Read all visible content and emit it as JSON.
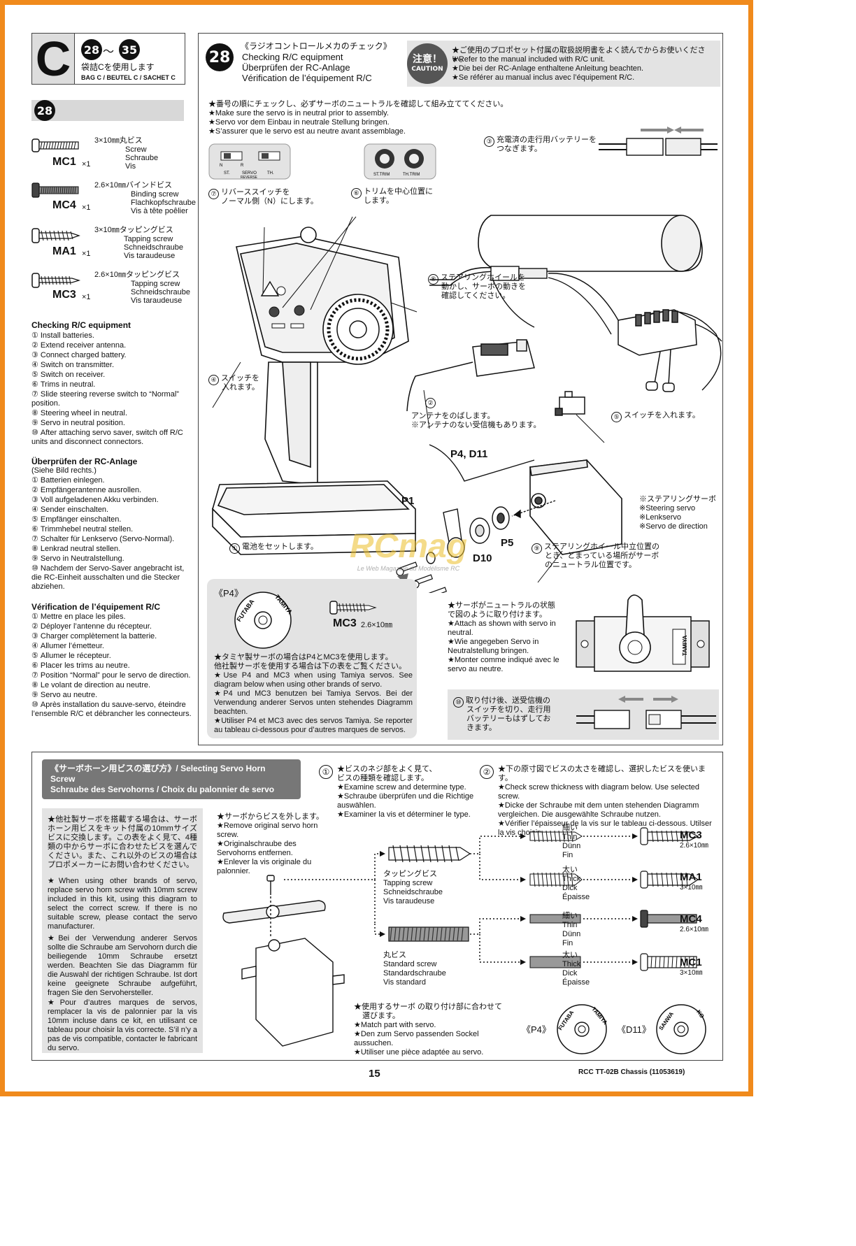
{
  "bag": {
    "letter": "C",
    "steps_from": "28",
    "tilde": "～",
    "steps_to": "35",
    "jp": "袋詰Cを使用します",
    "en": "BAG C / BEUTEL C / SACHET C"
  },
  "step_badge": "28",
  "parts": [
    {
      "size_jp": "3×10㎜丸ビス",
      "names": [
        "Screw",
        "Schraube",
        "Vis"
      ],
      "code": "MC1",
      "qty": "×1"
    },
    {
      "size_jp": "2.6×10㎜バインドビス",
      "names": [
        "Binding screw",
        "Flachkopfschraube",
        "Vis à tête poêlier"
      ],
      "code": "MC4",
      "qty": "×1"
    },
    {
      "size_jp": "3×10㎜タッピングビス",
      "names": [
        "Tapping screw",
        "Schneidschraube",
        "Vis taraudeuse"
      ],
      "code": "MA1",
      "qty": "×1"
    },
    {
      "size_jp": "2.6×10㎜タッピングビス",
      "names": [
        "Tapping screw",
        "Schneidschraube",
        "Vis taraudeuse"
      ],
      "code": "MC3",
      "qty": "×1"
    }
  ],
  "checklist": {
    "en": {
      "title": "Checking R/C equipment",
      "items": [
        {
          "n": "①",
          "t": "Install batteries."
        },
        {
          "n": "②",
          "t": "Extend receiver antenna."
        },
        {
          "n": "③",
          "t": "Connect charged battery."
        },
        {
          "n": "④",
          "t": "Switch on transmitter."
        },
        {
          "n": "⑤",
          "t": "Switch on receiver."
        },
        {
          "n": "⑥",
          "t": "Trims in neutral."
        },
        {
          "n": "⑦",
          "t": "Slide steering reverse switch to “Normal” position."
        },
        {
          "n": "⑧",
          "t": "Steering wheel in neutral."
        },
        {
          "n": "⑨",
          "t": "Servo in neutral position."
        },
        {
          "n": "⑩",
          "t": "After attaching servo saver, switch off R/C units and disconnect connectors."
        }
      ]
    },
    "de": {
      "title": "Überprüfen der RC-Anlage",
      "subtitle": "(Siehe Bild rechts.)",
      "items": [
        {
          "n": "①",
          "t": "Batterien einlegen."
        },
        {
          "n": "②",
          "t": "Empfängerantenne ausrollen."
        },
        {
          "n": "③",
          "t": "Voll aufgeladenen Akku verbinden."
        },
        {
          "n": "④",
          "t": "Sender einschalten."
        },
        {
          "n": "⑤",
          "t": "Empfänger einschalten."
        },
        {
          "n": "⑥",
          "t": "Trimmhebel neutral stellen."
        },
        {
          "n": "⑦",
          "t": "Schalter für Lenkservo (Servo-Normal)."
        },
        {
          "n": "⑧",
          "t": "Lenkrad neutral stellen."
        },
        {
          "n": "⑨",
          "t": "Servo in Neutralstellung."
        },
        {
          "n": "⑩",
          "t": "Nachdem der Servo-Saver angebracht ist, die RC-Einheit ausschalten und die Stecker abziehen."
        }
      ]
    },
    "fr": {
      "title": "Vérification de l’équipement R/C",
      "items": [
        {
          "n": "①",
          "t": "Mettre en place les piles."
        },
        {
          "n": "②",
          "t": "Déployer l’antenne du récepteur."
        },
        {
          "n": "③",
          "t": "Charger complètement la batterie."
        },
        {
          "n": "④",
          "t": "Allumer l’émetteur."
        },
        {
          "n": "⑤",
          "t": "Allumer le récepteur."
        },
        {
          "n": "⑥",
          "t": "Placer les trims au neutre."
        },
        {
          "n": "⑦",
          "t": "Position “Normal” pour le servo de direction."
        },
        {
          "n": "⑧",
          "t": "Le volant de direction au neutre."
        },
        {
          "n": "⑨",
          "t": "Servo au neutre."
        },
        {
          "n": "⑩",
          "t": "Après installation du sauve-servo, éteindre l’ensemble R/C et débrancher les connecteurs."
        }
      ]
    }
  },
  "step28": {
    "num": "28",
    "title_jp": "《ラジオコントロールメカのチェック》",
    "title_en": "Checking R/C equipment",
    "title_de": "Überprüfen der RC-Anlage",
    "title_fr": "Vérification de l’équipement R/C",
    "caution_jp": "注意！",
    "caution_en": "CAUTION",
    "caution_lines": [
      "★ご使用のプロポセット付属の取扱説明書をよく読んでからお使いください。",
      "★Refer to the manual included with R/C unit.",
      "★Die bei der RC-Anlage enthaltene Anleitung beachten.",
      "★Se référer au manual inclus avec l’équipement R/C."
    ],
    "neutral_lines": [
      "★番号の順にチェックし、必ずサーボのニュートラルを確認して組み立ててください。",
      "★Make sure the servo is in neutral prior to assembly.",
      "★Servo vor dem Einbau in neutrale Stellung bringen.",
      "★S’assurer que le servo est au neutre avant assemblage."
    ],
    "switch_labels": {
      "n": "N",
      "r": "R",
      "st": "ST.",
      "servo": "SERVO",
      "th": "TH.",
      "reverse": "REVERSE",
      "st_trim": "ST.TRIM",
      "th_trim": "TH.TRIM"
    },
    "callouts": {
      "c1": "電池をセットします。",
      "c2_a": "アンテナをのばします。",
      "c2_b": "※アンテナのない受信機もあります。",
      "c3_a": "充電済の走行用バッテリーを",
      "c3_b": "つなぎます。",
      "c4_a": "スイッチを",
      "c4_b": "入れます。",
      "c5": "スイッチを入れます。",
      "c6_a": "トリムを中心位置に",
      "c6_b": "します。",
      "c7_a": "リバーススイッチを",
      "c7_b": "ノーマル側（N）にします。",
      "c8_a": "ステアリングホイールを",
      "c8_b": "動かし、サーボの動きを",
      "c8_c": "確認してください。",
      "c9_a": "ステアリングホイール中立位置の",
      "c9_b": "とき、とまっている場所がサーボ",
      "c9_c": "のニュートラル位置です。"
    },
    "nums": {
      "n1": "①",
      "n2": "②",
      "n3": "③",
      "n4": "④",
      "n5": "⑤",
      "n6": "⑥",
      "n7": "⑦",
      "n8": "⑧",
      "n9": "⑨",
      "n10": "⑩"
    },
    "part_labels": {
      "p4d11": "P4, D11",
      "p1": "P1",
      "p5": "P5",
      "d10": "D10"
    },
    "servo_note": [
      "※ステアリングサーボ",
      "※Steering servo",
      "※Lenkservo",
      "※Servo de direction"
    ],
    "p4_box": {
      "title": "《P4》",
      "brand1": "FUTABA",
      "brand2": "TAMIYA",
      "screw_code": "MC3",
      "screw_size": "2.6×10㎜",
      "lines": [
        "★タミヤ製サーボの場合はP4とMC3を使用します。",
        "他社製サーボを使用する場合は下の表をご覧ください。",
        "★Use P4 and MC3 when using Tamiya servos. See diagram below when using other brands of servo.",
        "★P4 und MC3 benutzen bei Tamiya Servos. Bei der Verwendung anderer Servos unten stehendes Diagramm beachten.",
        "★Utiliser P4 et MC3 avec des servos Tamiya. Se reporter au tableau ci-dessous pour d’autres marques de servos."
      ]
    },
    "neutral_box": [
      "★サーボがニュートラルの状態で図のように取り付けます。",
      "★Attach as shown with servo in neutral.",
      "★Wie angegeben Servo in Neutralstellung bringen.",
      "★Monter comme indiqué avec le servo au neutre."
    ],
    "step10_box": [
      "取り付け後、送受信機の",
      "スイッチを切り、走行用",
      "バッテリーもはずしてお",
      "きます。"
    ],
    "servo_case_text": "TAMIYA"
  },
  "watermark": {
    "main": "RCmag",
    "sub": "Le Web Magazine du Modélisme RC"
  },
  "horn": {
    "header_jp": "《サーボホーン用ビスの選び方》",
    "header_en": "/ Selecting Servo Horn Screw",
    "header_2": "Schraube des Servohorns / Choix du palonnier de servo",
    "intro": [
      "★他社製サーボを搭載する場合は、サーボホーン用ビスをキット付属の10mmサイズビスに交換します。この表をよく見て、4種類の中からサーボに合わせたビスを選んでください。また、これ以外のビスの場合はプロポメーカーにお問い合わせください。",
      "★When using other brands of servo, replace servo horn screw with 10mm screw included in this kit, using this diagram to select the correct screw. If there is no suitable screw, please contact the servo manufacturer.",
      "★Bei der Verwendung anderer Servos sollte die Schraube am Servohorn durch die beiliegende 10mm Schraube ersetzt werden. Beachten Sie das Diagramm für die Auswahl der richtigen Schraube. Ist dort keine geeignete Schraube aufgeführt, fragen Sie den Servohersteller.",
      "★Pour d’autres marques de servos, remplacer la vis de palonnier par la vis 10mm incluse dans ce kit, en utilisant ce tableau pour choisir la vis correcte. S’il n’y a pas de vis compatible, contacter le fabricant du servo."
    ],
    "remove": [
      "★サーボからビスを外します。",
      "★Remove original servo horn screw.",
      "★Originalschraube des Servohorns entfernen.",
      "★Enlever la vis originale du palonnier."
    ],
    "step1_num": "①",
    "step1": [
      "★ビスのネジ部をよく見て、",
      "ビスの種類を確認します。",
      "★Examine screw and determine type.",
      "★Schraube überprüfen und die Richtige auswählen.",
      "★Examiner la vis et déterminer le type."
    ],
    "step2_num": "②",
    "step2": [
      "★下の原寸図でビスの太さを確認し、選択したビスを使います。",
      "★Check screw thickness with diagram below. Use selected screw.",
      "★Dicke der Schraube mit dem unten stehenden Diagramm vergleichen. Die ausgewählte Schraube nutzen.",
      "★Vérifier l’épaisseur de la vis sur le tableau ci-dessous. Utilser la vis choisie."
    ],
    "tapping": [
      "タッピングビス",
      "Tapping screw",
      "Schneidschraube",
      "Vis taraudeuse"
    ],
    "standard": [
      "丸ビス",
      "Standard screw",
      "Standardschraube",
      "Vis standard"
    ],
    "thin": [
      "細い",
      "Thin",
      "Dünn",
      "Fin"
    ],
    "thick": [
      "太い",
      "Thick",
      "Dick",
      "Épaisse"
    ],
    "results": [
      {
        "code": "MC3",
        "size": "2.6×10㎜"
      },
      {
        "code": "MA1",
        "size": "3×10㎜"
      },
      {
        "code": "MC4",
        "size": "2.6×10㎜"
      },
      {
        "code": "MC1",
        "size": "3×10㎜"
      }
    ],
    "match": [
      "★使用するサーボ の取り付け部に合わせて",
      "選びます。",
      "★Match part with servo.",
      "★Den zum Servo passenden Sockel aussuchen.",
      "★Utiliser une pièce adaptée au servo."
    ],
    "p4_label": "《P4》",
    "d11_label": "《D11》",
    "p4_b1": "FUTABA",
    "p4_b2": "TAMIYA",
    "d11_b1": "SANWA",
    "d11_b2": "KO"
  },
  "footer": {
    "page": "15",
    "model": "RCC TT-02B Chassis (11053619)"
  }
}
